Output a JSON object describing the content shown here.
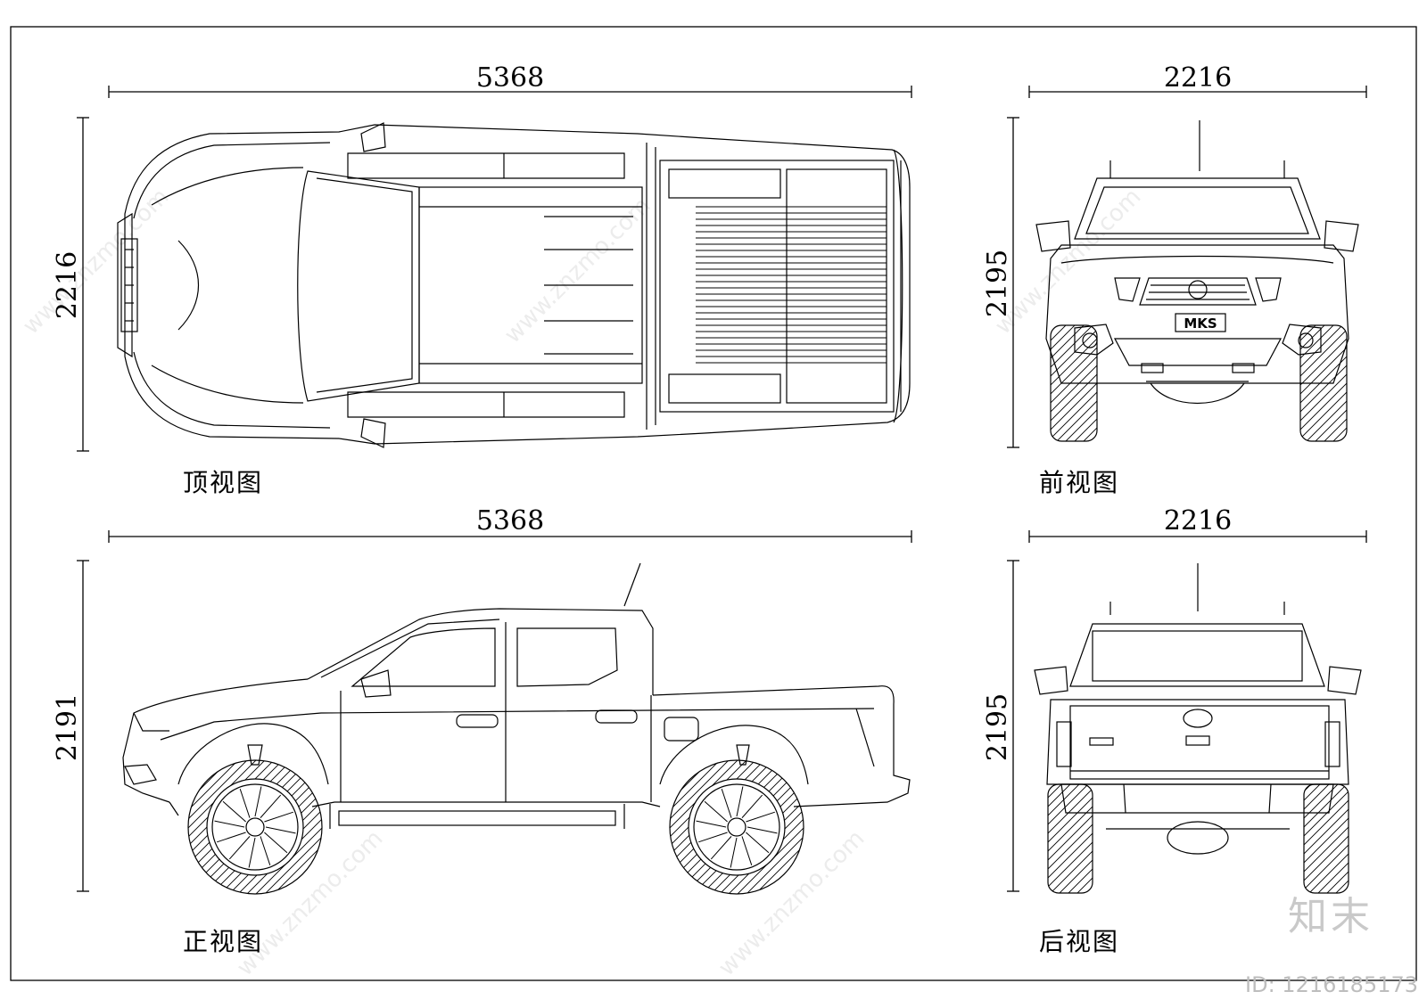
{
  "dimensions": {
    "top_length": "5368",
    "top_width": "2216",
    "front_width": "2216",
    "front_height": "2195",
    "side_length": "5368",
    "side_height": "2191",
    "rear_width": "2216",
    "rear_height": "2195"
  },
  "labels": {
    "top_view": "顶视图",
    "front_view": "前视图",
    "side_view": "正视图",
    "rear_view": "后视图"
  },
  "badges": {
    "front_plate": "MKS"
  },
  "watermark": {
    "logo": "知末",
    "id": "ID: 1216185173",
    "site": "www.znzmo.com"
  }
}
